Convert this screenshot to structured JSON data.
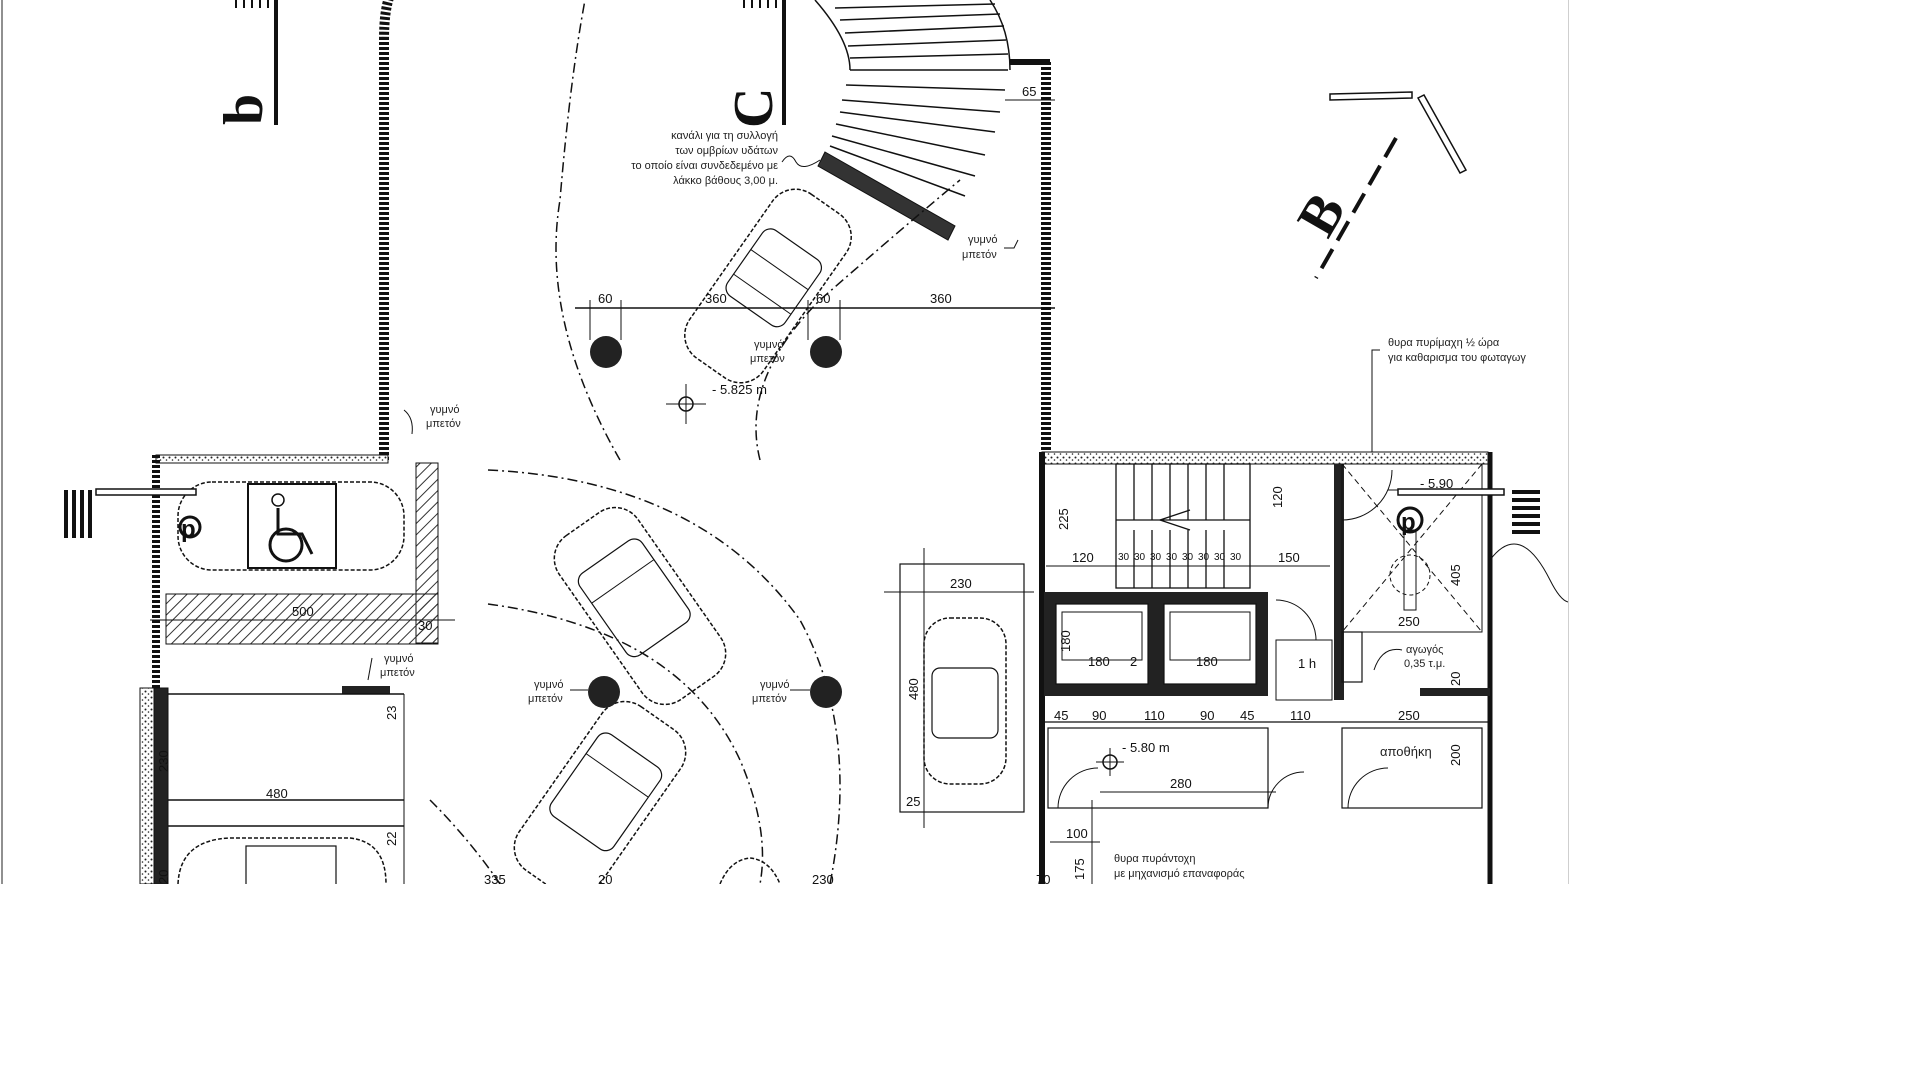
{
  "section_markers": {
    "b": "b",
    "c": "C",
    "B": "B"
  },
  "notes": {
    "gutter": [
      "κανάλι για τη συλλογή",
      "των ομβρίων υδάτων",
      "το οποίο είναι συνδεδεμένο με",
      "λάκκο βάθους 3,00 μ."
    ],
    "bare_concrete": [
      "γυμνό",
      "μπετόν"
    ],
    "fire_door_vent": [
      "θυρα πυρίμαχη ½ ώρα",
      "για καθαρισμα του φωταγωγ"
    ],
    "fire_door_panic": [
      "θυρα πυράντοχη",
      "με μηχανισμό επαναφοράς"
    ],
    "shaft": [
      "αγωγός",
      "0,35 τ.μ."
    ],
    "storage": "αποθήκη",
    "level_a": "- 5.825 m",
    "level_b": "- 5.80 m",
    "level_c": "- 5.90",
    "one_h": "1 h"
  },
  "dimensions": {
    "d65": "65",
    "d60": "60",
    "d360a": "360",
    "d60b": "60",
    "d360b": "360",
    "d500": "500",
    "d23": "23",
    "d230a": "230",
    "d480a": "480",
    "d22": "22",
    "d230b": "230",
    "d480b": "480",
    "d25": "25",
    "d225": "225",
    "d120a": "120",
    "d120b": "120",
    "d150": "150",
    "d180a": "180",
    "d180b": "180",
    "d180c": "180",
    "d2": "2",
    "d45a": "45",
    "d90a": "90",
    "d110a": "110",
    "d90b": "90",
    "d45b": "45",
    "d110b": "110",
    "d250a": "250",
    "d250b": "250",
    "d200": "200",
    "d280": "280",
    "d100": "100",
    "d175": "175",
    "d405": "405",
    "d20": "20",
    "d335": "335",
    "d20b": "20",
    "d230c": "230",
    "d70": "70",
    "d30": "30",
    "stair_dims": [
      "30",
      "30",
      "30",
      "30",
      "30",
      "30",
      "30",
      "30"
    ]
  }
}
